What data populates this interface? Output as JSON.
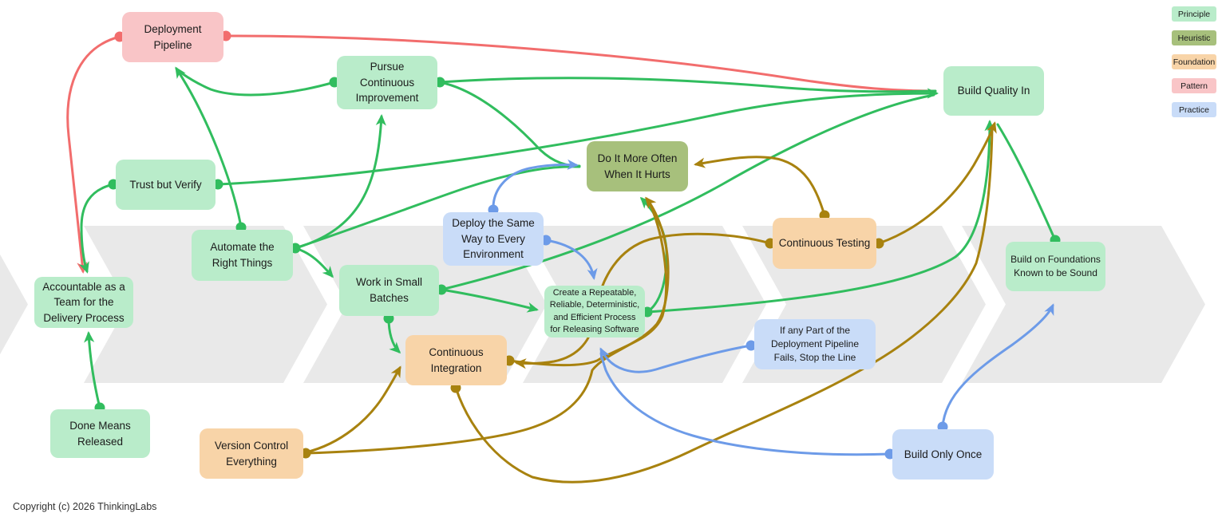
{
  "legend": {
    "items": [
      {
        "label": "Principle",
        "type": "principle"
      },
      {
        "label": "Heuristic",
        "type": "heuristic"
      },
      {
        "label": "Foundation",
        "type": "foundation"
      },
      {
        "label": "Pattern",
        "type": "pattern"
      },
      {
        "label": "Practice",
        "type": "practice"
      }
    ]
  },
  "colors": {
    "principle": "#b9ecca",
    "heuristic": "#a7c07c",
    "foundation": "#f8d4a8",
    "pattern": "#f9c5c7",
    "practice": "#c9dcf8",
    "edge_green": "#31bd5e",
    "edge_red": "#f26d6d",
    "edge_gold": "#a8820f",
    "edge_blue": "#6d9be8",
    "chevron": "#e9e9e9"
  },
  "nodes": [
    {
      "id": "deployment-pipeline",
      "label": "Deployment Pipeline",
      "type": "pattern"
    },
    {
      "id": "pursue-continuous-improvement",
      "label": "Pursue Continuous Improvement",
      "type": "principle"
    },
    {
      "id": "trust-but-verify",
      "label": "Trust but Verify",
      "type": "principle"
    },
    {
      "id": "automate-the-right-things",
      "label": "Automate the Right Things",
      "type": "principle"
    },
    {
      "id": "accountable-as-a-team",
      "label": "Accountable as a Team for the Delivery Process",
      "type": "principle"
    },
    {
      "id": "done-means-released",
      "label": "Done Means Released",
      "type": "principle"
    },
    {
      "id": "work-in-small-batches",
      "label": "Work in Small Batches",
      "type": "principle"
    },
    {
      "id": "deploy-the-same-way",
      "label": "Deploy the Same Way to Every Environment",
      "type": "practice"
    },
    {
      "id": "do-it-more-often",
      "label": "Do It More Often When It Hurts",
      "type": "heuristic"
    },
    {
      "id": "create-a-repeatable-process",
      "label": "Create a Repeatable, Reliable, Deterministic, and Efficient Process for Releasing Software",
      "type": "principle"
    },
    {
      "id": "continuous-testing",
      "label": "Continuous Testing",
      "type": "foundation"
    },
    {
      "id": "if-any-part-fails-stop-the-line",
      "label": "If any Part of the Deployment Pipeline Fails, Stop the Line",
      "type": "practice"
    },
    {
      "id": "continuous-integration",
      "label": "Continuous Integration",
      "type": "foundation"
    },
    {
      "id": "version-control-everything",
      "label": "Version Control Everything",
      "type": "foundation"
    },
    {
      "id": "build-quality-in",
      "label": "Build Quality In",
      "type": "principle"
    },
    {
      "id": "build-on-foundations",
      "label": "Build on Foundations Known to be Sound",
      "type": "principle"
    },
    {
      "id": "build-only-once",
      "label": "Build Only Once",
      "type": "practice"
    }
  ],
  "edges": [
    {
      "from": "deployment-pipeline",
      "to": "accountable-as-a-team",
      "color": "edge_red"
    },
    {
      "from": "deployment-pipeline",
      "to": "build-quality-in",
      "color": "edge_red"
    },
    {
      "from": "done-means-released",
      "to": "accountable-as-a-team",
      "color": "edge_green"
    },
    {
      "from": "trust-but-verify",
      "to": "accountable-as-a-team",
      "color": "edge_green"
    },
    {
      "from": "automate-the-right-things",
      "to": "deployment-pipeline",
      "color": "edge_green"
    },
    {
      "from": "pursue-continuous-improvement",
      "to": "deployment-pipeline",
      "color": "edge_green"
    },
    {
      "from": "automate-the-right-things",
      "to": "work-in-small-batches",
      "color": "edge_green"
    },
    {
      "from": "automate-the-right-things",
      "to": "pursue-continuous-improvement",
      "color": "edge_green"
    },
    {
      "from": "automate-the-right-things",
      "to": "do-it-more-often",
      "color": "edge_green"
    },
    {
      "from": "trust-but-verify",
      "to": "build-quality-in",
      "color": "edge_green"
    },
    {
      "from": "pursue-continuous-improvement",
      "to": "build-quality-in",
      "color": "edge_green"
    },
    {
      "from": "pursue-continuous-improvement",
      "to": "do-it-more-often",
      "color": "edge_green"
    },
    {
      "from": "work-in-small-batches",
      "to": "build-quality-in",
      "color": "edge_green"
    },
    {
      "from": "work-in-small-batches",
      "to": "create-a-repeatable-process",
      "color": "edge_green"
    },
    {
      "from": "work-in-small-batches",
      "to": "continuous-integration",
      "color": "edge_green"
    },
    {
      "from": "create-a-repeatable-process",
      "to": "build-quality-in",
      "color": "edge_green"
    },
    {
      "from": "create-a-repeatable-process",
      "to": "do-it-more-often",
      "color": "edge_green"
    },
    {
      "from": "build-on-foundations",
      "to": "build-quality-in",
      "color": "edge_green"
    },
    {
      "from": "version-control-everything",
      "to": "continuous-integration",
      "color": "edge_gold"
    },
    {
      "from": "version-control-everything",
      "to": "do-it-more-often",
      "color": "edge_gold"
    },
    {
      "from": "continuous-integration",
      "to": "do-it-more-often",
      "color": "edge_gold"
    },
    {
      "from": "continuous-testing",
      "to": "do-it-more-often",
      "color": "edge_gold"
    },
    {
      "from": "continuous-testing",
      "to": "build-quality-in",
      "color": "edge_gold"
    },
    {
      "from": "continuous-testing",
      "to": "continuous-integration",
      "color": "edge_gold"
    },
    {
      "from": "continuous-integration",
      "to": "build-quality-in",
      "color": "edge_gold"
    },
    {
      "from": "deploy-the-same-way",
      "to": "do-it-more-often",
      "color": "edge_blue"
    },
    {
      "from": "deploy-the-same-way",
      "to": "create-a-repeatable-process",
      "color": "edge_blue"
    },
    {
      "from": "if-any-part-fails-stop-the-line",
      "to": "create-a-repeatable-process",
      "color": "edge_blue"
    },
    {
      "from": "build-only-once",
      "to": "create-a-repeatable-process",
      "color": "edge_blue"
    },
    {
      "from": "build-only-once",
      "to": "build-on-foundations",
      "color": "edge_blue"
    }
  ],
  "footer": {
    "copyright": "Copyright (c) 2026 ThinkingLabs"
  }
}
